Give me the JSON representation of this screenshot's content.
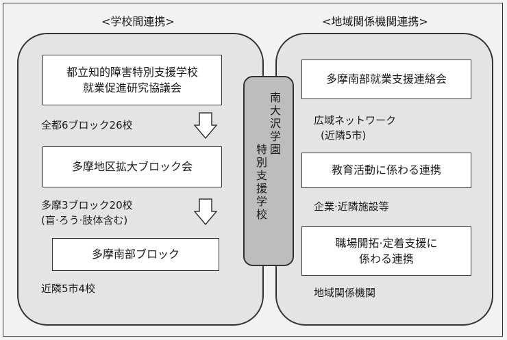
{
  "left": {
    "heading": "<学校間連携>",
    "box1": [
      "都立知的障害特別支援学校",
      "就業促進研究協議会"
    ],
    "label1": "全都6ブロック26校",
    "box2": "多摩地区拡大ブロック会",
    "label2": [
      "多摩3ブロック20校",
      "(盲·ろう·肢体含む)"
    ],
    "box3": "多摩南部ブロック",
    "label3": "近隣5市4校"
  },
  "center": {
    "col1": "南大沢学園",
    "col2": "特別支援学校"
  },
  "right": {
    "heading": "<地域関係機関連携>",
    "box1": "多摩南部就業支援連絡会",
    "label1": [
      "広域ネットワーク",
      "(近隣5市)"
    ],
    "box2": "教育活動に係わる連携",
    "label2": "企業·近隣施設等",
    "box3": [
      "職場開拓·定着支援に",
      "係わる連携"
    ],
    "label3": "地域関係機関"
  }
}
